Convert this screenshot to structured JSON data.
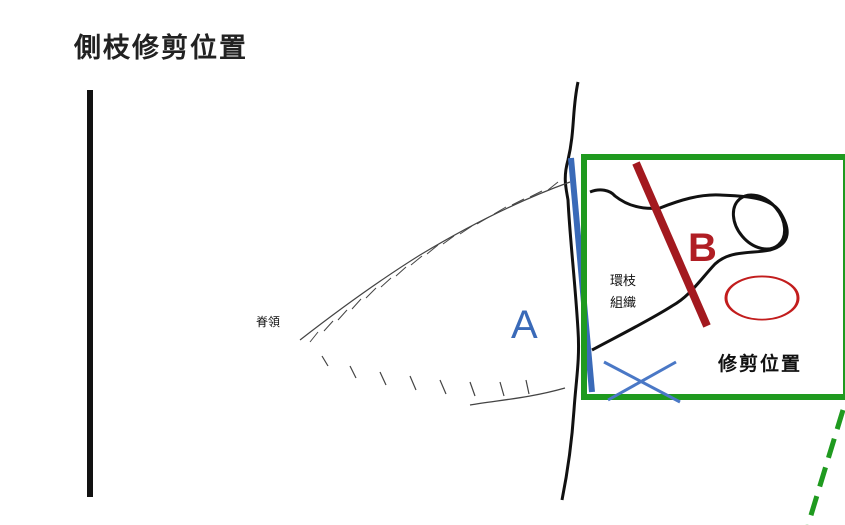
{
  "title": "側枝修剪位置",
  "labels": {
    "branch_ridge": "脊領",
    "branch_collar_line1": "環枝",
    "branch_collar_line2": "組織",
    "cut_position": "修剪位置",
    "cut_a": "A",
    "cut_b": "B"
  },
  "marks": {
    "correct": "○",
    "wrong": "✕"
  },
  "colors": {
    "highlight_box": "#1f9a1f",
    "cut_a": "#3a6ab8",
    "cut_b": "#a3191f",
    "correct_mark": "#c21d1d",
    "wrong_mark": "#4a78c6",
    "outline": "#111111"
  }
}
